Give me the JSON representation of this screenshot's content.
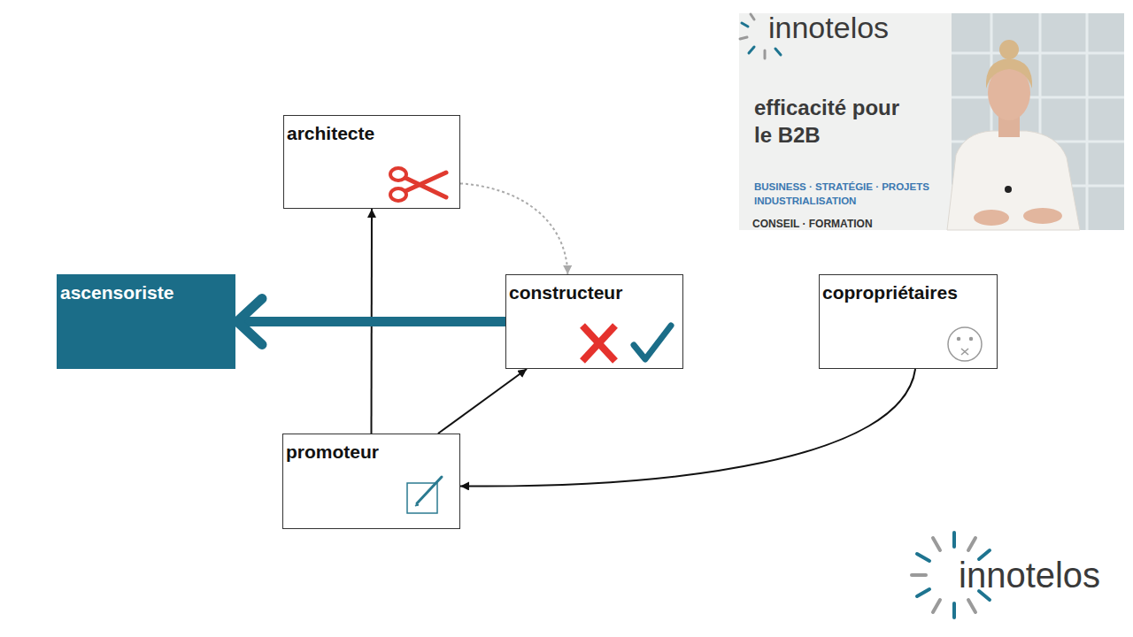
{
  "diagram": {
    "nodes": [
      {
        "text": [
          "architecte"
        ]
      },
      {
        "text": [
          "ascensoriste"
        ]
      },
      {
        "text": [
          "constructeur"
        ]
      },
      {
        "text": [
          "copropriétaires"
        ]
      },
      {
        "text": [
          "promoteur"
        ]
      }
    ],
    "edges": [
      {
        "from": 4,
        "to": 0,
        "arrow": "to"
      },
      {
        "from": 4,
        "to": 2,
        "arrow": "to"
      },
      {
        "from": 0,
        "to": 2,
        "arrow": "to"
      },
      {
        "from": 2,
        "to": 1,
        "arrow": "to"
      },
      {
        "from": 3,
        "to": 4,
        "arrow": "to"
      }
    ],
    "labels": [
      "innotelos",
      "efficacité pour le B2B",
      "BUSINESS · STRATÉGIE · PROJETS INDUSTRIALISATION",
      "CONSEIL · FORMATION",
      "innotelos"
    ]
  }
}
